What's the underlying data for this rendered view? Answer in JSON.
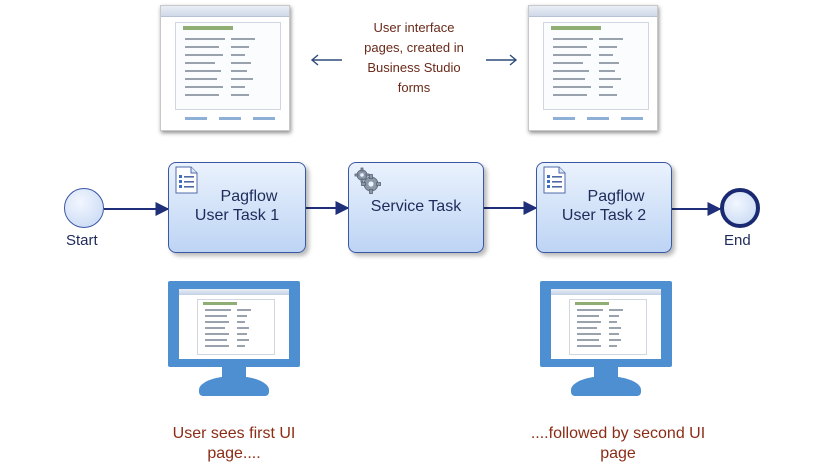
{
  "diagram": {
    "note": [
      "User interface",
      "pages, created in",
      "Business Studio",
      "forms"
    ],
    "tasks": [
      {
        "line1": "Pagflow",
        "line2": "User Task 1",
        "icon": "user-task-form-icon"
      },
      {
        "label": "Service Task",
        "icon": "gear-icon"
      },
      {
        "line1": "Pagflow",
        "line2": "User Task 2",
        "icon": "user-task-form-icon"
      }
    ],
    "start_label": "Start",
    "end_label": "End",
    "captions": {
      "first": [
        "User sees first UI",
        "page...."
      ],
      "second": [
        "....followed by second UI",
        "page"
      ]
    },
    "colors": {
      "task_fill_top": "#eaf2fd",
      "task_fill_bottom": "#bdd4f4",
      "task_border": "#3a57a6",
      "flow_line": "#1f2f7a",
      "monitor": "#4d8fd0",
      "caption_text": "#8b2c16"
    }
  }
}
